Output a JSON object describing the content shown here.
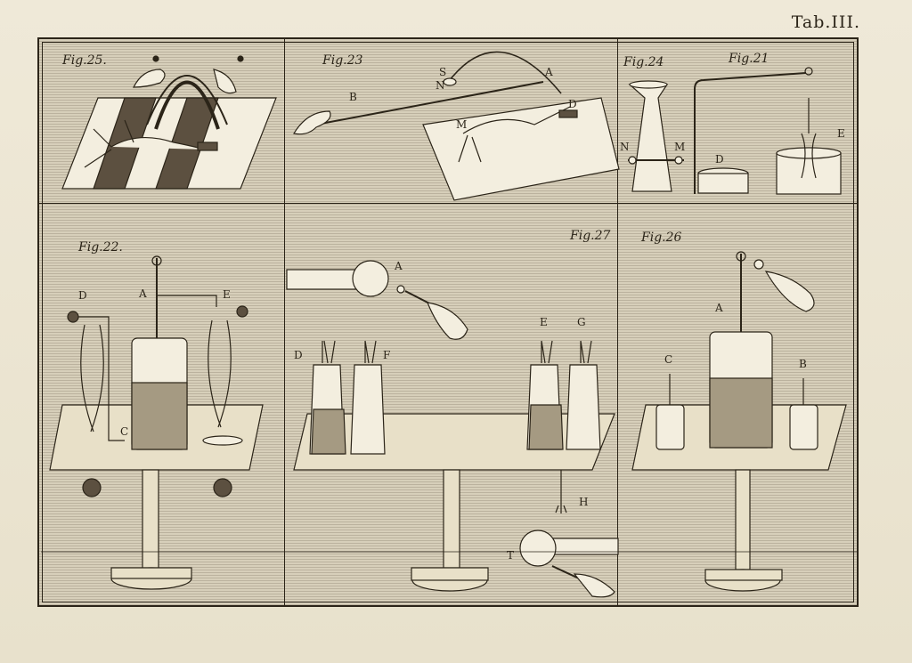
{
  "plate": {
    "title": "Tab.III."
  },
  "figures": {
    "fig25": {
      "label": "Fig.25."
    },
    "fig23": {
      "label": "Fig.23",
      "letters": [
        "S",
        "N",
        "A",
        "B",
        "M",
        "D"
      ]
    },
    "fig24": {
      "label": "Fig.24",
      "letters": [
        "N",
        "M"
      ]
    },
    "fig21": {
      "label": "Fig.21",
      "letters": [
        "D",
        "E"
      ]
    },
    "fig22": {
      "label": "Fig.22.",
      "letters": [
        "D",
        "A",
        "E",
        "C"
      ]
    },
    "fig27": {
      "label": "Fig.27",
      "letters": [
        "A",
        "D",
        "F",
        "E",
        "G",
        "H",
        "T"
      ]
    },
    "fig26": {
      "label": "Fig.26",
      "letters": [
        "A",
        "C",
        "B"
      ]
    }
  },
  "colors": {
    "ink": "#2b2418",
    "paper": "#ece6d4",
    "plate": "#d7cfba",
    "highlight": "#f3eedf"
  }
}
